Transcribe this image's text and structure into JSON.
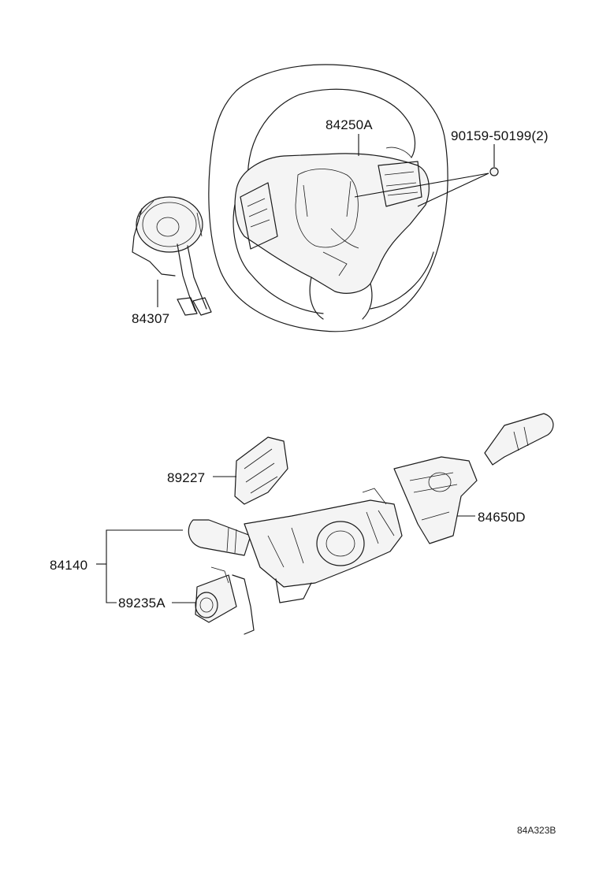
{
  "callouts": {
    "steering_wheel": "84250A",
    "bolt": "90159-50199(2)",
    "spiral_cable": "84307",
    "wiper_bracket": "89227",
    "combination_switch": "84140",
    "wiper_switch": "84650D",
    "sensor": "89235A"
  },
  "diagram_code": "84A323B",
  "icons": {
    "wheel": "steering-wheel-drawing",
    "spiral": "spiral-cable-drawing",
    "column": "combination-switch-drawing"
  }
}
